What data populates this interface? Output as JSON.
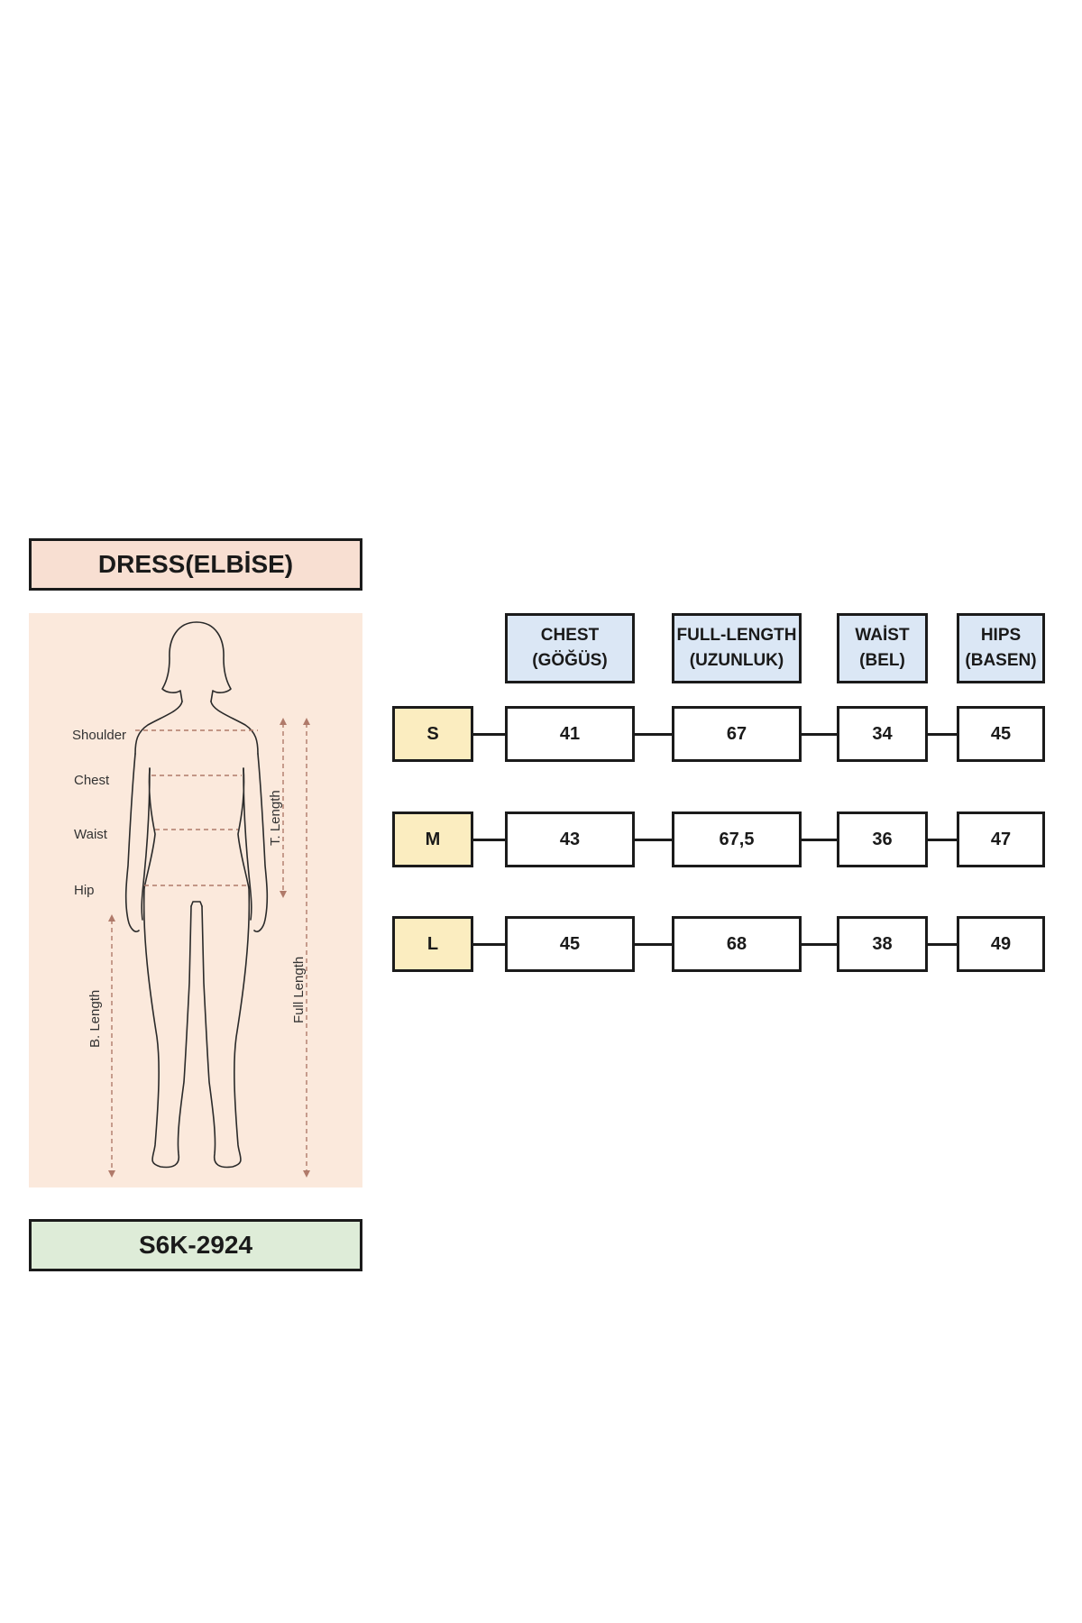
{
  "title": "DRESS(ELBİSE)",
  "product_code": "S6K-2924",
  "figure": {
    "labels": {
      "shoulder": "Shoulder",
      "chest": "Chest",
      "waist": "Waist",
      "hip": "Hip",
      "t_length": "T. Length",
      "b_length": "B. Length",
      "full_length": "Full Length"
    }
  },
  "table": {
    "headers": [
      {
        "line1": "CHEST",
        "line2": "(GÖĞÜS)"
      },
      {
        "line1": "FULL-LENGTH",
        "line2": "(UZUNLUK)"
      },
      {
        "line1": "WAİST",
        "line2": "(BEL)"
      },
      {
        "line1": "HIPS",
        "line2": "(BASEN)"
      }
    ],
    "rows": [
      {
        "size": "S",
        "values": [
          "41",
          "67",
          "34",
          "45"
        ]
      },
      {
        "size": "M",
        "values": [
          "43",
          "67,5",
          "36",
          "47"
        ]
      },
      {
        "size": "L",
        "values": [
          "45",
          "68",
          "38",
          "49"
        ]
      }
    ]
  }
}
